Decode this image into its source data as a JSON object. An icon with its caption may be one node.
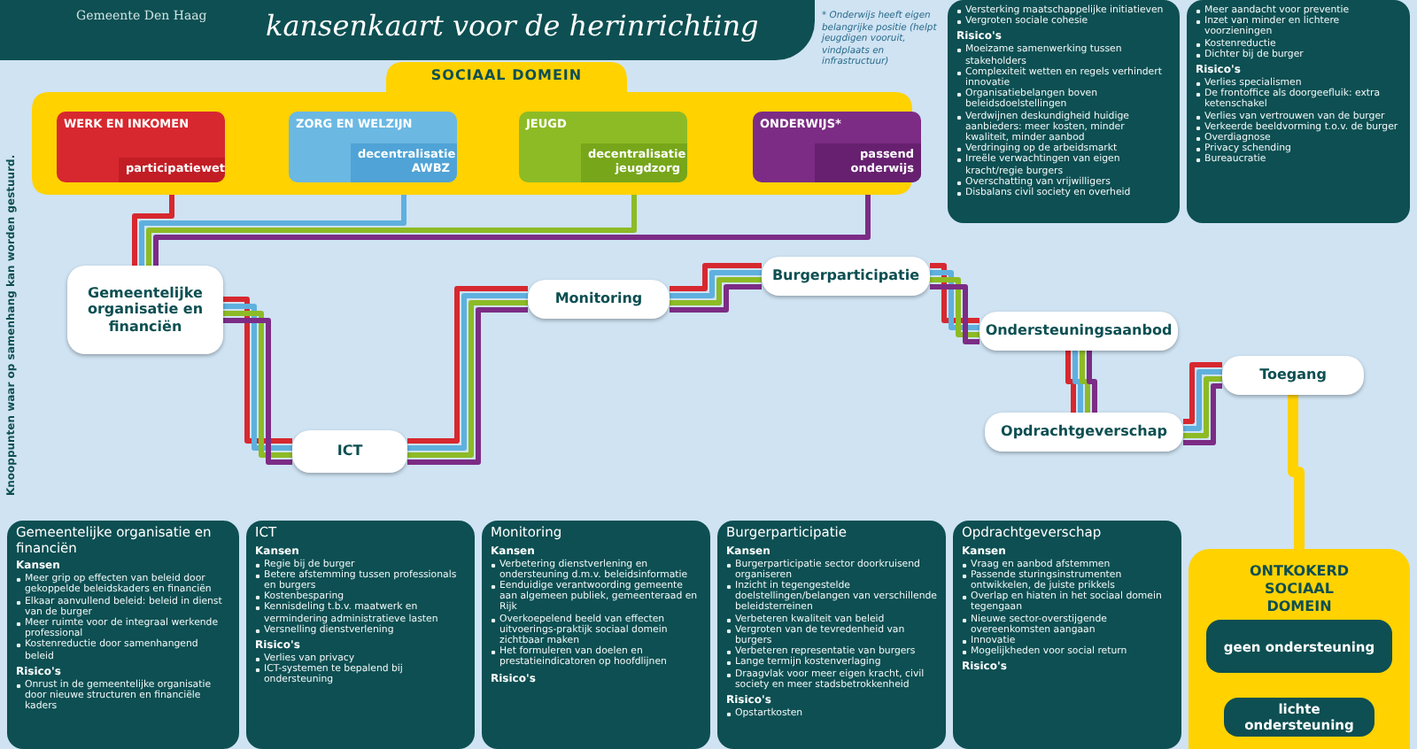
{
  "diagram": {
    "title": "kansenkaart voor de herinrichting",
    "nodes": [
      {
        "text": [
          "SOCIAAL DOMEIN"
        ]
      },
      {
        "text": [
          "WERK EN INKOMEN",
          "participatiewet"
        ],
        "in": 0
      },
      {
        "text": [
          "ZORG EN WELZIJN",
          "decentralisatie AWBZ"
        ],
        "in": 0
      },
      {
        "text": [
          "JEUGD",
          "decentralisatie jeugdzorg"
        ],
        "in": 0
      },
      {
        "text": [
          "ONDERWIJS*",
          "passend onderwijs"
        ],
        "in": 0
      },
      {
        "text": [
          "Versterking maatschappelijke initiatieven",
          "Vergroten sociale cohesie",
          "Risico's",
          "Moeizame samenwerking tussen stakeholders",
          "Complexiteit wetten en regels verhindert innovatie",
          "Organisatiebelangen boven beleidsdoelstellingen",
          "Verdwijnen deskundigheid huidige aanbieders: meer kosten, minder kwaliteit, minder aanbod",
          "Verdringing op de arbeidsmarkt",
          "Irreële verwachtingen van eigen kracht/regie burgers",
          "Overschatting van vrijwilligers",
          "Disbalans civil society en overheid"
        ]
      },
      {
        "text": [
          "Meer aandacht voor preventie",
          "Inzet van minder en lichtere voorzieningen",
          "Kostenreductie",
          "Dichter bij de burger",
          "Risico's",
          "Verlies specialismen",
          "De frontoffice als doorgeefluik: extra ketenschakel",
          "Verlies van vertrouwen van de burger",
          "Verkeerde beeldvorming t.o.v. de burger",
          "Overdiagnose",
          "Privacy schending",
          "Bureaucratie"
        ]
      },
      {
        "text": [
          "Burgerparticipatie"
        ]
      },
      {
        "text": [
          "Gemeentelijke organisatie en financiën"
        ]
      },
      {
        "text": [
          "Monitoring"
        ]
      },
      {
        "text": [
          "Ondersteuningsaanbod"
        ]
      },
      {
        "text": [
          "Toegang"
        ]
      },
      {
        "text": [
          "Opdrachtgeverschap"
        ]
      },
      {
        "text": [
          "ICT"
        ]
      },
      {
        "text": [
          "Gemeentelijke organisatie en financiën",
          "Kansen",
          "Meer grip op effecten van beleid door gekoppelde beleidskaders en financiën",
          "Elkaar aanvullend beleid: beleid in dienst van de burger",
          "Meer ruimte voor de integraal werkende professional",
          "Kostenreductie door samenhangend beleid",
          "Risico's",
          "Onrust in de gemeentelijke organisatie door nieuwe structuren en financiële kaders"
        ]
      },
      {
        "text": [
          "ICT",
          "Kansen",
          "Regie bij de burger",
          "Betere afstemming tussen professionals en burgers",
          "Kostenbesparing",
          "Kennisdeling t.b.v. maatwerk en vermindering administratieve lasten",
          "Versnelling dienstverlening",
          "Risico's",
          "Verlies van privacy",
          "ICT-systemen te bepalend bij ondersteuning"
        ]
      },
      {
        "text": [
          "Monitoring",
          "Kansen",
          "Verbetering dienstverlening en ondersteuning d.m.v. beleidsinformatie",
          "Eenduidige verantwoording gemeente aan algemeen publiek, gemeenteraad en Rijk",
          "Overkoepelend beeld van effecten uitvoerings-praktijk sociaal domein zichtbaar maken",
          "Het formuleren van doelen en prestatieindicatoren op hoofdlijnen",
          "Risico's"
        ]
      },
      {
        "text": [
          "Burgerparticipatie",
          "Kansen",
          "Burgerparticipatie sector doorkruisend organiseren",
          "Inzicht in tegengestelde doelstellingen/belangen van verschillende beleidsterreinen",
          "Verbeteren kwaliteit van beleid",
          "Vergroten van de tevredenheid van burgers",
          "Verbeteren representatie van burgers",
          "Lange termijn kostenverlaging",
          "Draagvlak voor meer eigen kracht, civil society en meer stadsbetrokkenheid",
          "Risico's",
          "Opstartkosten"
        ]
      },
      {
        "text": [
          "Opdrachtgeverschap",
          "Kansen",
          "Vraag en aanbod afstemmen",
          "Passende sturingsinstrumenten ontwikkelen, de juiste prikkels",
          "Overlap en hiaten in het sociaal domein tegengaan",
          "Nieuwe sector-overstijgende overeenkomsten aangaan",
          "Innovatie",
          "Mogelijkheden voor social return",
          "Risico's"
        ]
      },
      {
        "text": [
          "ONTKOKERD SOCIAAL DOMEIN"
        ]
      },
      {
        "text": [
          "geen ondersteuning"
        ],
        "in": 19
      },
      {
        "text": [
          "lichte ondersteuning"
        ],
        "in": 19
      }
    ],
    "edges": [
      {
        "from": 1,
        "to": 8,
        "arrow": "none",
        "color": "#d7282f"
      },
      {
        "from": 8,
        "to": 13,
        "arrow": "none",
        "color": "#d7282f"
      },
      {
        "from": 13,
        "to": 9,
        "arrow": "none",
        "color": "#d7282f"
      },
      {
        "from": 9,
        "to": 7,
        "arrow": "none",
        "color": "#d7282f"
      },
      {
        "from": 7,
        "to": 10,
        "arrow": "none",
        "color": "#d7282f"
      },
      {
        "from": 10,
        "to": 12,
        "arrow": "none",
        "color": "#d7282f"
      },
      {
        "from": 12,
        "to": 11,
        "arrow": "none",
        "color": "#d7282f"
      },
      {
        "from": 2,
        "to": 8,
        "arrow": "none",
        "color": "#5fb0de"
      },
      {
        "from": 8,
        "to": 13,
        "arrow": "none",
        "color": "#5fb0de"
      },
      {
        "from": 13,
        "to": 9,
        "arrow": "none",
        "color": "#5fb0de"
      },
      {
        "from": 9,
        "to": 7,
        "arrow": "none",
        "color": "#5fb0de"
      },
      {
        "from": 7,
        "to": 10,
        "arrow": "none",
        "color": "#5fb0de"
      },
      {
        "from": 10,
        "to": 12,
        "arrow": "none",
        "color": "#5fb0de"
      },
      {
        "from": 12,
        "to": 11,
        "arrow": "none",
        "color": "#5fb0de"
      },
      {
        "from": 3,
        "to": 8,
        "arrow": "none",
        "color": "#8dbb25"
      },
      {
        "from": 8,
        "to": 13,
        "arrow": "none",
        "color": "#8dbb25"
      },
      {
        "from": 13,
        "to": 9,
        "arrow": "none",
        "color": "#8dbb25"
      },
      {
        "from": 9,
        "to": 7,
        "arrow": "none",
        "color": "#8dbb25"
      },
      {
        "from": 7,
        "to": 10,
        "arrow": "none",
        "color": "#8dbb25"
      },
      {
        "from": 10,
        "to": 12,
        "arrow": "none",
        "color": "#8dbb25"
      },
      {
        "from": 12,
        "to": 11,
        "arrow": "none",
        "color": "#8dbb25"
      },
      {
        "from": 4,
        "to": 8,
        "arrow": "none",
        "color": "#7c2c85"
      },
      {
        "from": 8,
        "to": 13,
        "arrow": "none",
        "color": "#7c2c85"
      },
      {
        "from": 13,
        "to": 9,
        "arrow": "none",
        "color": "#7c2c85"
      },
      {
        "from": 9,
        "to": 7,
        "arrow": "none",
        "color": "#7c2c85"
      },
      {
        "from": 7,
        "to": 10,
        "arrow": "none",
        "color": "#7c2c85"
      },
      {
        "from": 10,
        "to": 12,
        "arrow": "none",
        "color": "#7c2c85"
      },
      {
        "from": 12,
        "to": 11,
        "arrow": "none",
        "color": "#7c2c85"
      },
      {
        "from": 11,
        "to": 19,
        "arrow": "none",
        "color": "#ffd200",
        "style": "thick"
      }
    ],
    "labels": [
      "Gemeente Den Haag",
      "* Onderwijs heeft eigen belangrijke positie (helpt jeugdigen vooruit, vindplaats en infrastructuur)",
      "Knooppunten waar op samenhang kan worden gestuurd."
    ]
  }
}
